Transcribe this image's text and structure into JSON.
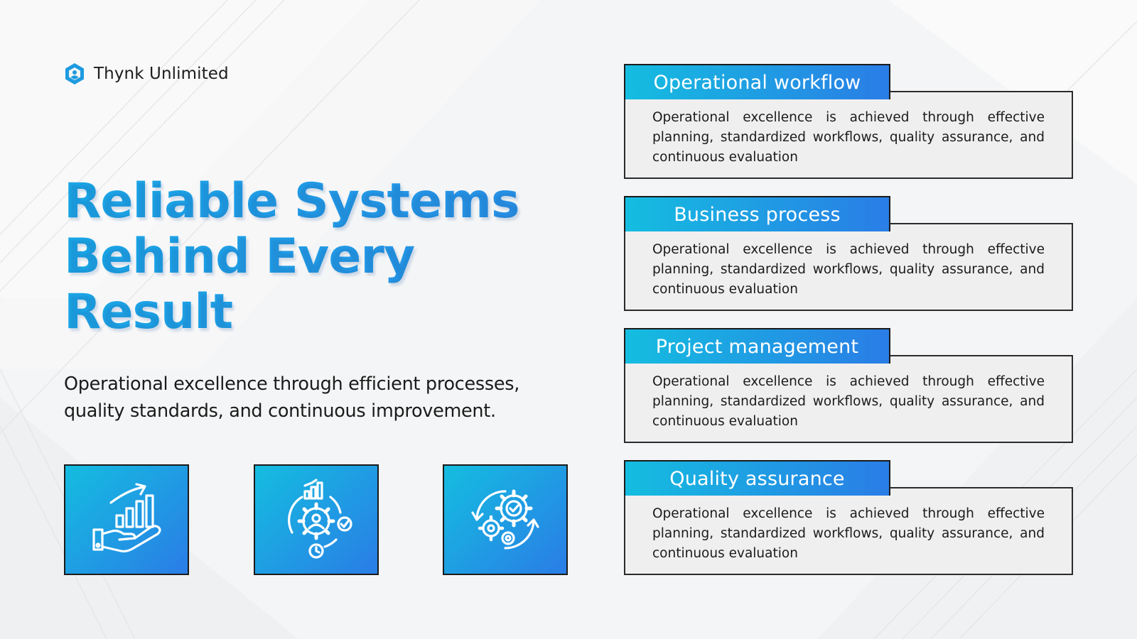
{
  "brand": {
    "name": "Thynk Unlimited",
    "logo_icon": "hexagon-logo-icon"
  },
  "hero": {
    "title_line1": "Reliable Systems",
    "title_line2": "Behind Every",
    "title_line3": "Result",
    "subtitle_line1": "Operational excellence through efficient processes,",
    "subtitle_line2": "quality standards, and continuous improvement."
  },
  "icons": [
    {
      "name": "hand-growth-chart-icon"
    },
    {
      "name": "gear-user-cycle-icon"
    },
    {
      "name": "gears-check-icon"
    }
  ],
  "cards": [
    {
      "title": "Operational workflow",
      "body": "Operational excellence is achieved through effective planning, standardized workflows, quality assurance, and continuous evaluation"
    },
    {
      "title": "Business process",
      "body": "Operational excellence is achieved through effective planning, standardized workflows, quality assurance, and continuous evaluation"
    },
    {
      "title": "Project management",
      "body": "Operational excellence is achieved through effective planning, standardized workflows, quality assurance, and continuous evaluation"
    },
    {
      "title": "Quality assurance",
      "body": "Operational excellence is achieved through effective planning, standardized workflows, quality assurance, and continuous evaluation"
    }
  ],
  "colors": {
    "accent_start": "#14bde0",
    "accent_end": "#2a7de6",
    "title_blue": "#1aa7e6",
    "background": "#f4f5f6",
    "card_body": "#efefef",
    "border": "#1b1b1b"
  }
}
